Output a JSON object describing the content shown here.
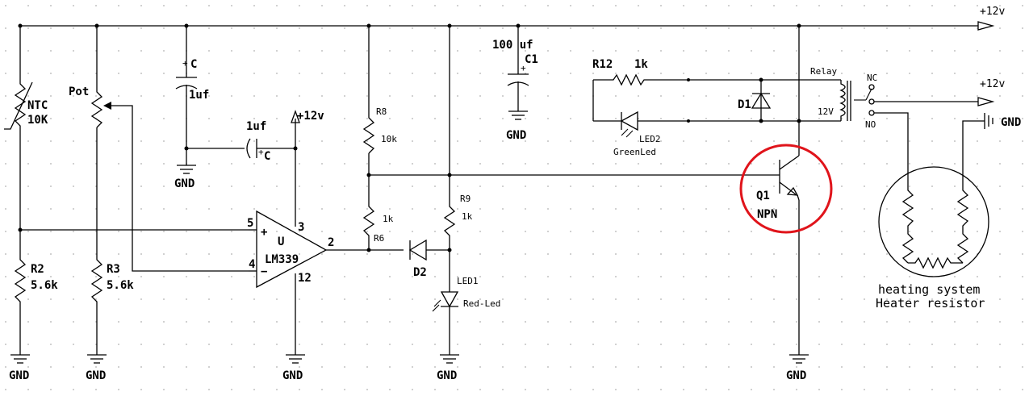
{
  "labels": {
    "supply_top": "+12v",
    "supply_nc": "+12v",
    "supply_ic": "+12v",
    "gnd": "GND",
    "ntc_name": "NTC",
    "ntc_value": "10K",
    "pot_name": "Pot",
    "r2_name": "R2",
    "r2_value": "5.6k",
    "r3_name": "R3",
    "r3_value": "5.6k",
    "c_top_name": "C",
    "c_top_value": "1uf",
    "c_mid_value": "1uf",
    "c_mid_name": "C",
    "c1_value": "100 uf",
    "c1_name": "C1",
    "ic_unit": "U",
    "ic_part": "LM339",
    "pin5": "5",
    "pin4": "4",
    "pin3": "3",
    "pin2": "2",
    "pin12": "12",
    "plus": "+",
    "minus": "−",
    "r8_name": "R8",
    "r8_value": "10k",
    "r6_value": "1k",
    "r6_name": "R6",
    "r9_name": "R9",
    "r9_value": "1k",
    "d2_name": "D2",
    "led1_name": "LED1",
    "led1_desc": "Red-Led",
    "r12_name": "R12",
    "r12_value": "1k",
    "led2_name": "LED2",
    "led2_desc": "GreenLed",
    "d1_name": "D1",
    "relay_name": "Relay",
    "relay_voltage": "12V",
    "nc": "NC",
    "no": "NO",
    "q1_name": "Q1",
    "q1_type": "NPN",
    "heater_line1": "heating system",
    "heater_line2": "Heater resistor"
  },
  "colors": {
    "wire": "#000000",
    "highlight_circle": "#e0141b",
    "grid_dot": "#b0b0b0",
    "background": "#ffffff"
  }
}
